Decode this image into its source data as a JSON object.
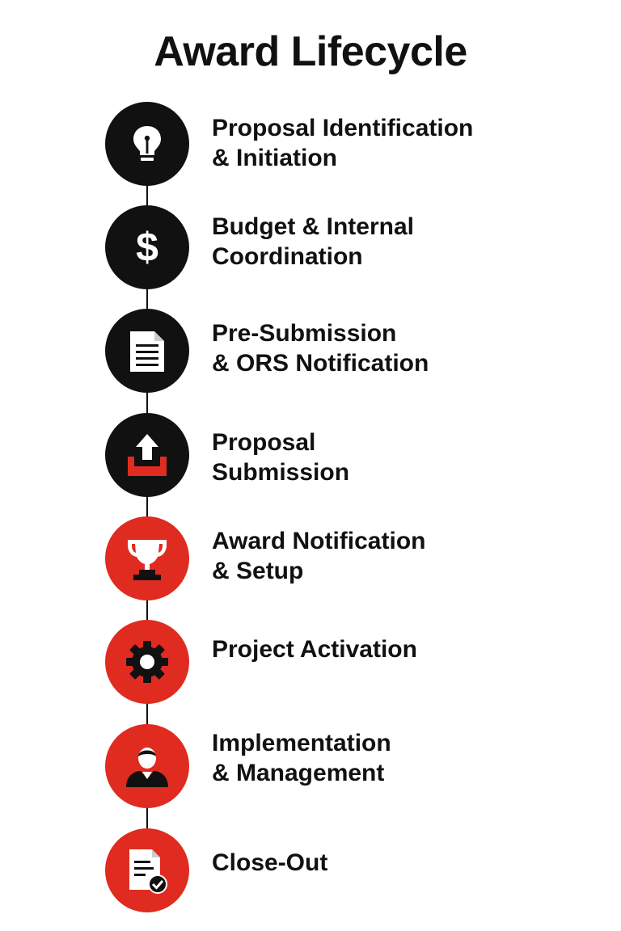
{
  "title": "Award Lifecycle",
  "colors": {
    "dark": "#111111",
    "red": "#e02b20",
    "white": "#ffffff"
  },
  "steps": [
    {
      "lines": [
        "Proposal Identification",
        "& Initiation"
      ],
      "icon": "lightbulb-icon",
      "color": "dark"
    },
    {
      "lines": [
        "Budget & Internal",
        "Coordination"
      ],
      "icon": "dollar-sign-icon",
      "color": "dark"
    },
    {
      "lines": [
        "Pre-Submission",
        "& ORS Notification"
      ],
      "icon": "document-icon",
      "color": "dark"
    },
    {
      "lines": [
        "Proposal",
        "Submission"
      ],
      "icon": "upload-tray-icon",
      "color": "dark"
    },
    {
      "lines": [
        "Award Notification",
        "& Setup"
      ],
      "icon": "trophy-icon",
      "color": "red"
    },
    {
      "lines": [
        "Project Activation"
      ],
      "icon": "gear-icon",
      "color": "red"
    },
    {
      "lines": [
        "Implementation",
        "& Management"
      ],
      "icon": "person-icon",
      "color": "red"
    },
    {
      "lines": [
        "Close-Out"
      ],
      "icon": "document-check-icon",
      "color": "red"
    }
  ]
}
